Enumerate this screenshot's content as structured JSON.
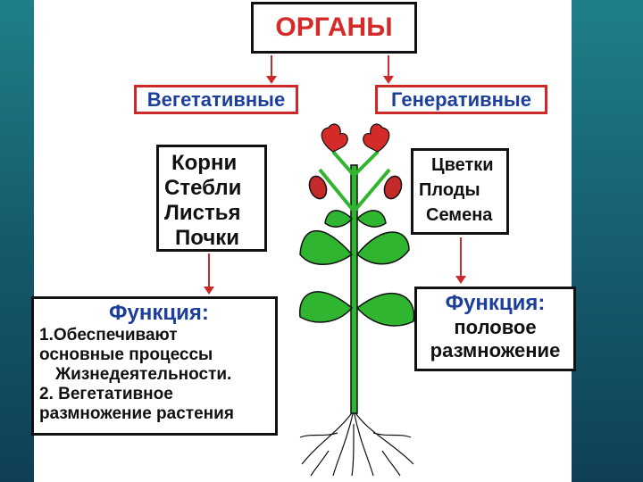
{
  "title": "ОРГАНЫ",
  "categories": {
    "vegetative": "Вегетативные",
    "generative": "Генеративные"
  },
  "vegetative_list": [
    "Корни",
    "Стебли",
    "Листья",
    "Почки"
  ],
  "generative_list": [
    "Цветки",
    "Плоды",
    "Семена"
  ],
  "vegetative_function": {
    "title": "Функция:",
    "lines": [
      "1.Обеспечивают",
      "основные процессы",
      "Жизнедеятельности.",
      "2. Вегетативное",
      "размножение растения"
    ]
  },
  "generative_function": {
    "title": "Функция:",
    "lines": [
      "половое",
      "размножение"
    ]
  },
  "colors": {
    "red": "#cc2a2a",
    "blue": "#1d3f9c",
    "green": "#2fb52f"
  }
}
